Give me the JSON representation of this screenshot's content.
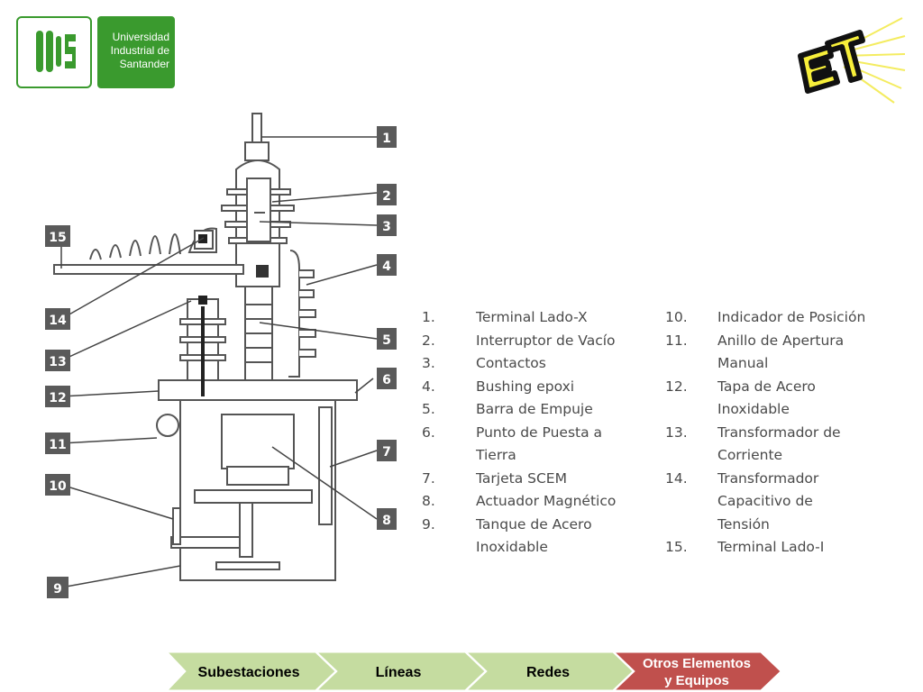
{
  "header": {
    "uis_logo_lines": [
      "Universidad",
      "Industrial de",
      "Santander"
    ]
  },
  "diagram": {
    "callouts": [
      "1",
      "2",
      "3",
      "4",
      "5",
      "6",
      "7",
      "8",
      "9",
      "10",
      "11",
      "12",
      "13",
      "14",
      "15"
    ]
  },
  "legend": {
    "left": [
      {
        "num": "1.",
        "lines": [
          "Terminal Lado-X"
        ]
      },
      {
        "num": "2.",
        "lines": [
          "Interruptor de Vacío"
        ]
      },
      {
        "num": "3.",
        "lines": [
          "Contactos"
        ]
      },
      {
        "num": "4.",
        "lines": [
          "Bushing epoxi"
        ]
      },
      {
        "num": "5.",
        "lines": [
          "Barra de Empuje"
        ]
      },
      {
        "num": "6.",
        "lines": [
          "Punto de Puesta a",
          "Tierra"
        ]
      },
      {
        "num": "7.",
        "lines": [
          "Tarjeta SCEM"
        ]
      },
      {
        "num": "8.",
        "lines": [
          "Actuador Magnético"
        ]
      },
      {
        "num": "9.",
        "lines": [
          "Tanque de Acero",
          "Inoxidable"
        ]
      }
    ],
    "right": [
      {
        "num": "10.",
        "lines": [
          "Indicador de Posición"
        ]
      },
      {
        "num": "11.",
        "lines": [
          "Anillo de Apertura",
          "Manual"
        ]
      },
      {
        "num": "12.",
        "lines": [
          "Tapa de Acero",
          "Inoxidable"
        ]
      },
      {
        "num": "13.",
        "lines": [
          "Transformador de",
          "Corriente"
        ]
      },
      {
        "num": "14.",
        "lines": [
          "Transformador",
          "Capacitivo de",
          "Tensión"
        ]
      },
      {
        "num": "15.",
        "lines": [
          "Terminal Lado-I"
        ]
      }
    ]
  },
  "nav": {
    "tabs": [
      {
        "label": "Subestaciones",
        "active": false
      },
      {
        "label": "Líneas",
        "active": false
      },
      {
        "label": "Redes",
        "active": false
      },
      {
        "label": "Otros Elementos y Equipos",
        "label_line1": "Otros Elementos",
        "label_line2": "y Equipos",
        "active": true
      }
    ],
    "colors": {
      "inactive": "#c5dca0",
      "active": "#c0504d",
      "inactive_text": "#000000",
      "active_text": "#ffffff"
    }
  },
  "colors": {
    "uis_green": "#3a9a2e",
    "et_yellow": "#f7ef3a",
    "diagram_gray": "#555555",
    "callout_box": "#5a5a5a"
  }
}
